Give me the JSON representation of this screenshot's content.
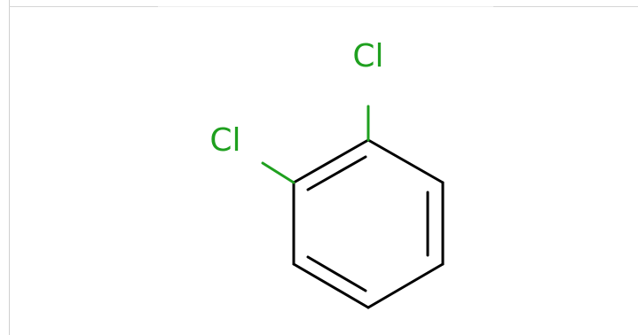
{
  "molecule": {
    "atoms": [
      {
        "id": "cl1",
        "label": "Cl",
        "color": "#1fa01f"
      },
      {
        "id": "cl2",
        "label": "Cl",
        "color": "#1fa01f"
      }
    ],
    "bond_color": "#000000"
  }
}
